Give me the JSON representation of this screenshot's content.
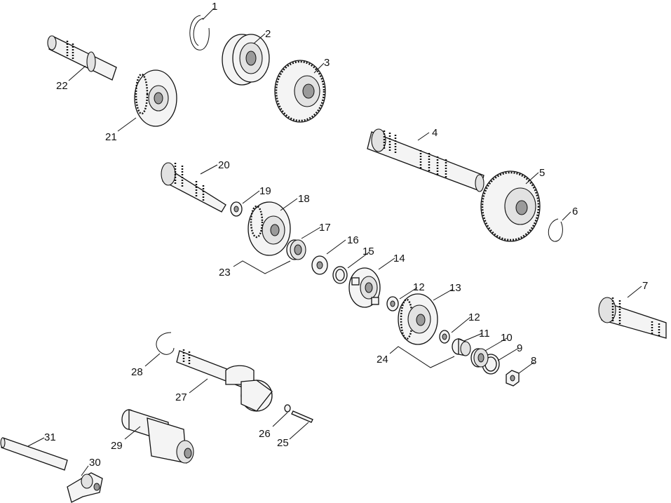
{
  "parts": [
    {
      "id": "p1",
      "label": "1"
    },
    {
      "id": "p2",
      "label": "2"
    },
    {
      "id": "p3",
      "label": "3"
    },
    {
      "id": "p4",
      "label": "4"
    },
    {
      "id": "p5",
      "label": "5"
    },
    {
      "id": "p6",
      "label": "6"
    },
    {
      "id": "p7",
      "label": "7"
    },
    {
      "id": "p8",
      "label": "8"
    },
    {
      "id": "p9",
      "label": "9"
    },
    {
      "id": "p10",
      "label": "10"
    },
    {
      "id": "p11",
      "label": "11"
    },
    {
      "id": "p12a",
      "label": "12"
    },
    {
      "id": "p12b",
      "label": "12"
    },
    {
      "id": "p13",
      "label": "13"
    },
    {
      "id": "p14",
      "label": "14"
    },
    {
      "id": "p15",
      "label": "15"
    },
    {
      "id": "p16",
      "label": "16"
    },
    {
      "id": "p17",
      "label": "17"
    },
    {
      "id": "p18",
      "label": "18"
    },
    {
      "id": "p19",
      "label": "19"
    },
    {
      "id": "p20",
      "label": "20"
    },
    {
      "id": "p21",
      "label": "21"
    },
    {
      "id": "p22",
      "label": "22"
    },
    {
      "id": "p23",
      "label": "23"
    },
    {
      "id": "p24",
      "label": "24"
    },
    {
      "id": "p25",
      "label": "25"
    },
    {
      "id": "p26",
      "label": "26"
    },
    {
      "id": "p27",
      "label": "27"
    },
    {
      "id": "p28",
      "label": "28"
    },
    {
      "id": "p29",
      "label": "29"
    },
    {
      "id": "p30",
      "label": "30"
    },
    {
      "id": "p31",
      "label": "31"
    }
  ]
}
